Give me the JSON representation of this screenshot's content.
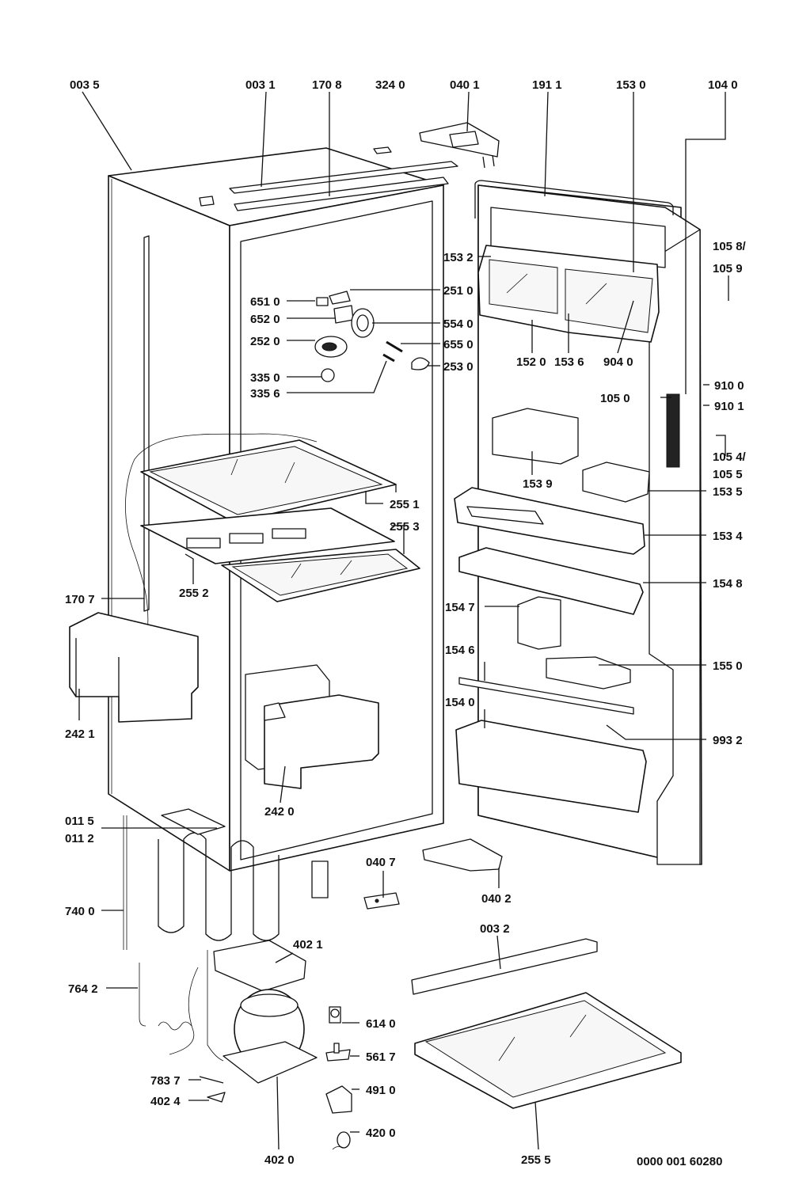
{
  "diagram": {
    "labels": [
      "003 5",
      "003 1",
      "170 8",
      "324 0",
      "040 1",
      "191 1",
      "153 0",
      "104 0",
      "105 8/",
      "105 9",
      "153 2",
      "251 0",
      "651 0",
      "652 0",
      "554 0",
      "252 0",
      "655 0",
      "253 0",
      "152 0",
      "153 6",
      "904 0",
      "335 0",
      "335 6",
      "910 0",
      "105 0",
      "910 1",
      "105 4/",
      "105 5",
      "153 9",
      "153 5",
      "255 1",
      "255 3",
      "153 4",
      "154 8",
      "255 2",
      "170 7",
      "154 7",
      "154 6",
      "155 0",
      "242 1",
      "154 0",
      "993 2",
      "242 0",
      "011 5",
      "011 2",
      "040 7",
      "040 2",
      "740 0",
      "003 2",
      "402 1",
      "764 2",
      "614 0",
      "561 7",
      "783 7",
      "402 4",
      "491 0",
      "420 0",
      "402 0",
      "255 5",
      "0000 001 60280"
    ]
  }
}
